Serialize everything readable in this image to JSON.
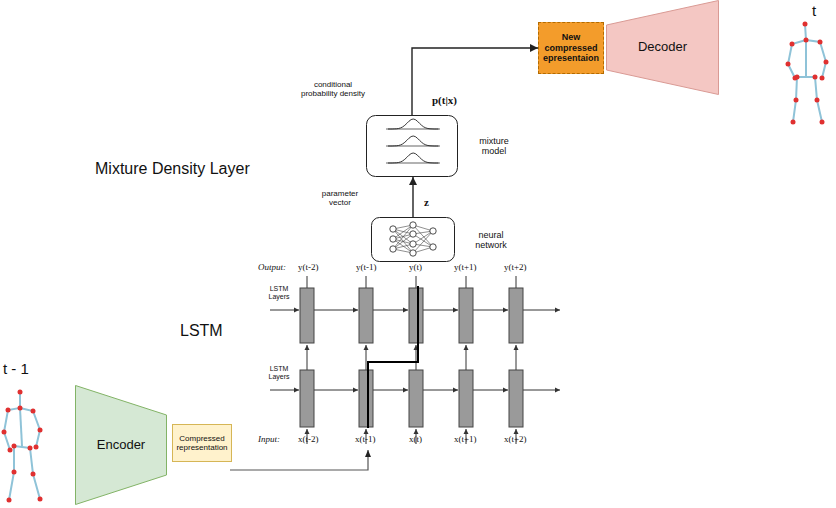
{
  "diagram": {
    "nodes": [
      {
        "text": [
          "Encoder"
        ]
      },
      {
        "text": [
          "Compressed representation"
        ]
      },
      {
        "text": [
          "neural network"
        ]
      },
      {
        "text": [
          "mixture model"
        ]
      },
      {
        "text": [
          "New compressed epresentaion"
        ]
      },
      {
        "text": [
          "Decoder"
        ]
      }
    ],
    "edges": [
      {
        "from": 2,
        "to": 3,
        "arrow": "to"
      },
      {
        "from": 3,
        "to": 4,
        "arrow": "to"
      }
    ],
    "labels": [
      "t",
      "t - 1",
      "Mixture Density Layer",
      "LSTM",
      "conditional probability density",
      "p(t|x)",
      "parameter vector",
      "z",
      "Output:",
      "y(t-2)",
      "y(t-1)",
      "y(t)",
      "y(t+1)",
      "y(t+2)",
      "LSTM Layers",
      "LSTM Layers",
      "Input:",
      "x(t-2)",
      "x(t-1)",
      "x(t)",
      "x(t+1)",
      "x(t+2)"
    ]
  }
}
